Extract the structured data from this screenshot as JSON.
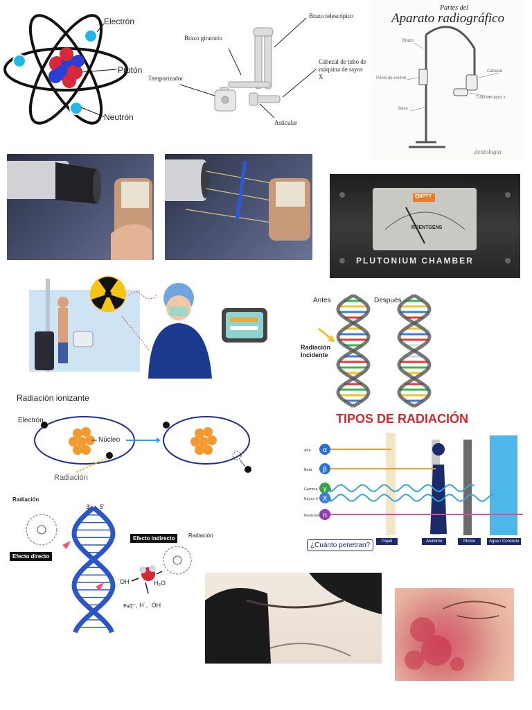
{
  "atom": {
    "electron": "Electrón",
    "proton": "Protón",
    "neutron": "Neutrón"
  },
  "xray_unit": {
    "telescopic_arm": "Brazo telescópico",
    "swing_arm": "Brazo giratorio",
    "tube_head": "Cabezal de tubo de máquina de rayos X",
    "timer": "Temporizador",
    "joint": "Asticular"
  },
  "apparatus": {
    "title_small": "Partes del",
    "title_big": "Aparato radiográfico",
    "arm": "Brazo",
    "control_panel": "Panel de control",
    "head": "Cabezal",
    "tube": "Tubo de rayos x",
    "base": "Base",
    "brand": "dentologia"
  },
  "meter": {
    "brand": "ROENTGENS",
    "tag": "EMPTY",
    "caption": "PLUTONIUM CHAMBER"
  },
  "dna_compare": {
    "before": "Antes",
    "after": "Después",
    "incident": "Radiación Incidente"
  },
  "ionizing": {
    "title": "Radiación ionizante",
    "electron": "Electrón",
    "nucleus": "Núcleo",
    "radiation": "Radiación"
  },
  "types": {
    "title": "TIPOS DE RADIACIÓN",
    "rows": [
      "Alfa",
      "Beta",
      "Gamma",
      "Rayos X",
      "Neutrones"
    ],
    "symbols": [
      "α",
      "β",
      "γ",
      "X",
      "n"
    ],
    "question": "¿Cuánto penetran?",
    "barriers": [
      "Papel",
      "Aluminio",
      "Plomo",
      "Agua / Concreto"
    ]
  },
  "dna_damage": {
    "radiation_left": "Radiación",
    "direct": "Efecto directo",
    "indirect": "Efecto indirecto",
    "radiation_right": "Radiación",
    "three": "3'",
    "five": "5'",
    "oh": "˙OH",
    "water": "H₂O",
    "products": "eₐq⁻, H˙, ˙OH"
  },
  "colors": {
    "navy": "#1f2e8c",
    "orange": "#f29a2e",
    "title_red": "#d9262c",
    "scrub": "#1b3a8e"
  }
}
